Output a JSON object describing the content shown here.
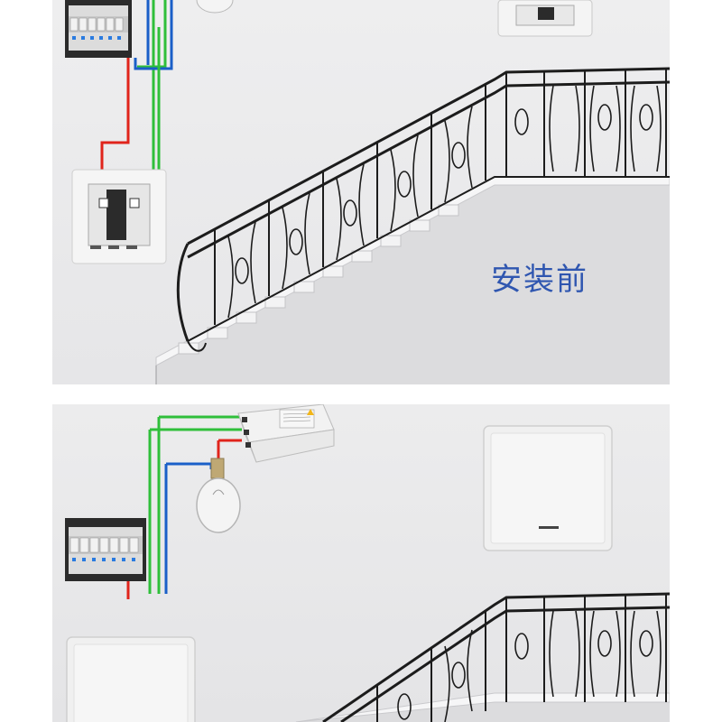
{
  "panels": {
    "before": {
      "caption": "安装前",
      "colors": {
        "live": "#e0241b",
        "neutral": "#1a5fc8",
        "earth": "#2fbf3a",
        "caption": "#2f56b0"
      },
      "components": [
        "distribution-box",
        "light-bulb",
        "wall-switch-upstairs",
        "wall-switch-downstairs",
        "staircase",
        "railing"
      ]
    },
    "after": {
      "components": [
        "distribution-box",
        "wireless-receiver-module",
        "light-bulb",
        "wireless-switch-upstairs",
        "wireless-switch-downstairs",
        "staircase",
        "railing"
      ]
    }
  }
}
